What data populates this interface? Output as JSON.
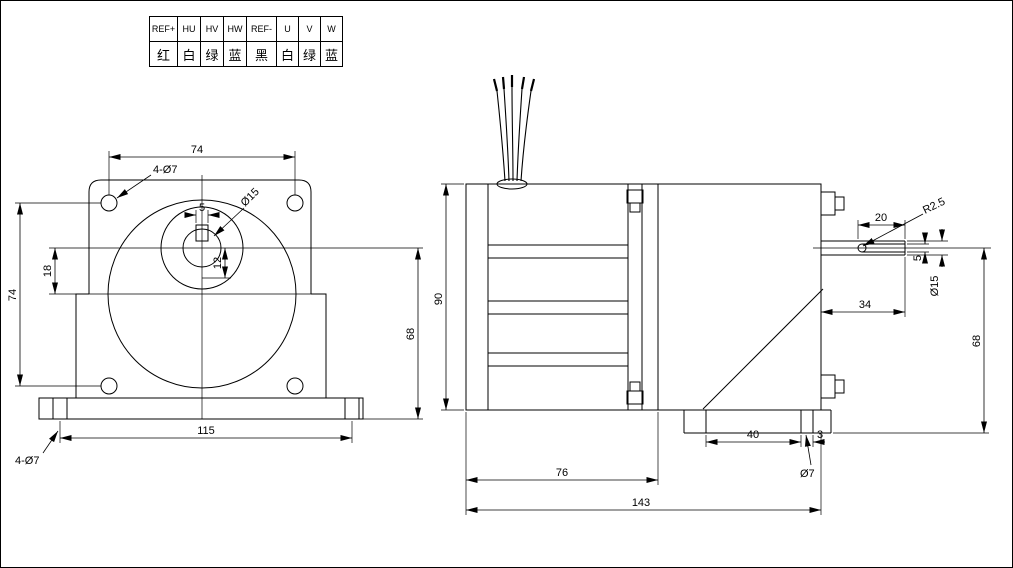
{
  "wire_table": {
    "headers": [
      "REF+",
      "HU",
      "HV",
      "HW",
      "REF-",
      "U",
      "V",
      "W"
    ],
    "colors": [
      "红",
      "白",
      "绿",
      "蓝",
      "黑",
      "白",
      "绿",
      "蓝"
    ]
  },
  "front_view": {
    "dims": {
      "top_hole_spacing": "74",
      "top_holes_label": "4-Ø7",
      "shaft_dia": "Ø15",
      "key_width": "5",
      "key_depth": "12",
      "center_offset": "18",
      "vert_hole_spacing": "74",
      "shaft_to_base": "68",
      "base_slot_spacing": "115",
      "base_holes_label": "4-Ø7"
    }
  },
  "side_view": {
    "dims": {
      "body_height": "90",
      "key_length": "20",
      "key_end_radius": "R2.5",
      "key_width": "5",
      "shaft_dia": "Ø15",
      "shaft_length": "34",
      "shaft_center_height": "68",
      "base_slot_offset": "40",
      "base_slot_edge": "3",
      "base_hole_label": "Ø7",
      "motor_length": "76",
      "total_length": "143"
    }
  }
}
